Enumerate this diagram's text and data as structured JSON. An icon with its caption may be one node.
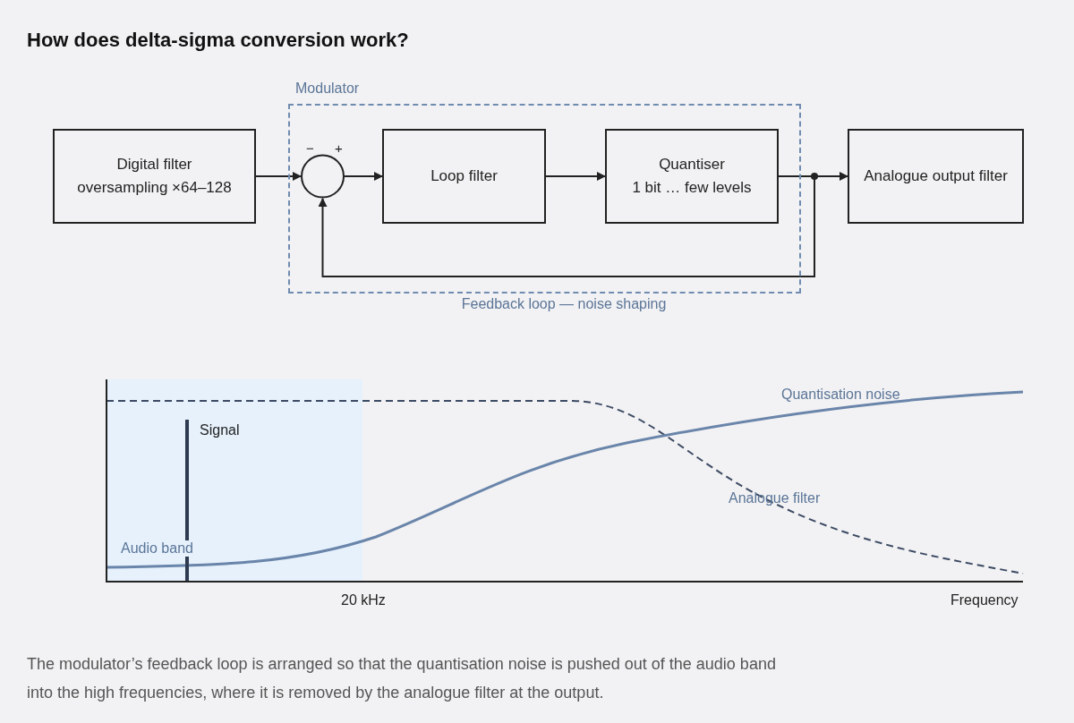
{
  "diagram": {
    "title": "How does delta-sigma conversion work?",
    "caption": "The modulator’s feedback loop is arranged so that the quantisation noise is pushed out of the audio band into the high frequencies, where it is removed by the analogue filter at the output.",
    "nodes": [
      {
        "text": [
          "Modulator"
        ]
      },
      {
        "text": [
          "Digital filter",
          "oversampling ×64–128"
        ]
      },
      {
        "text": [],
        "shape": "circle",
        "in": 0,
        "beside": [
          "−",
          "+"
        ]
      },
      {
        "text": [
          "Loop filter"
        ],
        "in": 0
      },
      {
        "text": [
          "Quantiser",
          "1 bit … few levels"
        ],
        "in": 0
      },
      {
        "text": [
          "Analogue output filter"
        ]
      }
    ],
    "edges": [
      {
        "from": 1,
        "to": 2,
        "arrow": "to"
      },
      {
        "from": 2,
        "to": 3,
        "arrow": "to"
      },
      {
        "from": 3,
        "to": 4,
        "arrow": "to"
      },
      {
        "from": 4,
        "to": 5,
        "arrow": "to"
      },
      {
        "from": 4,
        "to": 2,
        "arrow": "to",
        "label": "Feedback loop — noise shaping"
      }
    ],
    "labels": [
      "Quantisation noise",
      "Signal",
      "Analogue filter",
      "Audio band",
      "20 kHz",
      "Frequency"
    ]
  }
}
